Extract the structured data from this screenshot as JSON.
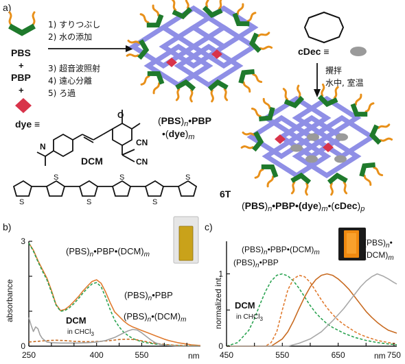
{
  "panel_a": {
    "label": "a)",
    "components": {
      "pbs": "PBS",
      "plus": "+",
      "pbp": "PBP",
      "dye_def": "dye ≡",
      "cdec_def": "cDec ≡"
    },
    "steps_1": [
      "1) すりつぶし",
      "2) 水の添加"
    ],
    "steps_2": [
      "3) 超音波照射",
      "4) 遠心分離",
      "5) ろ過"
    ],
    "stir": [
      "攪拌",
      "水中, 室温"
    ],
    "labels": {
      "dcm": "DCM",
      "sixt": "6T",
      "cn1": "CN",
      "cn2": "CN",
      "o": "O",
      "n": "N",
      "s": "S"
    },
    "product1": {
      "line1_pre": "(",
      "pbs": "PBS",
      "n": "n",
      "mid": "•PBP",
      "line2_pre": "•(",
      "dye": "dye",
      "m": "m"
    },
    "product2": {
      "pbs": "PBS",
      "n": "n",
      "pbp": "•PBP•(",
      "dye": "dye",
      "m": "m",
      "cdec": "cDec",
      "p": "p"
    },
    "colors": {
      "pbs": "#1f7a2c",
      "pbs_tail": "#e8901a",
      "pbp": "#8f8fe6",
      "dye": "#d8334a",
      "cdec": "#9a9a9a"
    }
  },
  "panel_b": {
    "label": "b)",
    "ylabel": "absorbance",
    "unit": "nm",
    "legend": {
      "main_pre": "(PBS)",
      "main_sub": "n",
      "main_mid": "•PBP•(DCM)",
      "main_sub2": "m",
      "pbp_pre": "(PBS)",
      "pbp_sub": "n",
      "pbp_mid": "•PBP",
      "dcm_pre": "(PBS)",
      "dcm_sub": "n",
      "dcm_mid": "•(DCM)",
      "dcm_sub2": "m",
      "free": "DCM",
      "free_sub": "in CHCl",
      "free_sub3": "3"
    },
    "colors": {
      "main": "#e07a2e",
      "pbp": "#2aa351",
      "dcm_only": "#c86a20",
      "free": "#a0a0a0",
      "vial": "#c9a21a"
    }
  },
  "panel_c": {
    "label": "c)",
    "ylabel": "normalized int.",
    "unit": "nm",
    "legend": {
      "main_pre": "(PBS)",
      "main_sub": "n",
      "main_mid": "•PBP•(DCM)",
      "main_sub2": "m",
      "pbp_pre": "(PBS)",
      "pbp_sub": "n",
      "pbp_mid": "•PBP",
      "dcm_pre": "(PBS)",
      "dcm_sub": "n",
      "dcm_mid": "•",
      "dcm_l2": "(DCM)",
      "dcm_sub2": "m",
      "free": "DCM",
      "free_sub": "in CHCl",
      "free_sub3": "3"
    },
    "colors": {
      "main": "#e07a2e",
      "pbp": "#2aa351",
      "dcm_only": "#c86a20",
      "free": "#a8a8a8",
      "vial": "#f08a10"
    }
  },
  "chart_data": [
    {
      "type": "line",
      "panel": "b",
      "xlabel": "nm",
      "ylabel": "absorbance",
      "xlim": [
        250,
        630
      ],
      "ylim": [
        0,
        3
      ],
      "xticks": [
        250,
        300,
        350,
        400,
        450,
        500,
        550,
        600
      ],
      "xtick_labels": [
        "250",
        "",
        "",
        "400",
        "",
        "550",
        "",
        ""
      ],
      "yticks": [
        0,
        1,
        2,
        3
      ],
      "ytick_labels": [
        "0",
        "",
        "",
        "3"
      ],
      "series": [
        {
          "name": "(PBS)n•PBP•(DCM)m",
          "style": "solid",
          "x": [
            250,
            260,
            270,
            280,
            290,
            300,
            310,
            320,
            330,
            340,
            350,
            360,
            370,
            380,
            390,
            400,
            410,
            420,
            430,
            440,
            450,
            460,
            470,
            480,
            490,
            500,
            510,
            520,
            530,
            540,
            550,
            560,
            570,
            580,
            590,
            600,
            610,
            620,
            630
          ],
          "y": [
            2.95,
            2.75,
            2.45,
            2.2,
            1.95,
            1.6,
            1.2,
            1.02,
            1.05,
            1.15,
            1.28,
            1.42,
            1.58,
            1.72,
            1.85,
            1.9,
            1.8,
            1.55,
            1.25,
            0.98,
            0.85,
            0.72,
            0.62,
            0.55,
            0.5,
            0.45,
            0.4,
            0.35,
            0.3,
            0.25,
            0.2,
            0.16,
            0.13,
            0.1,
            0.08,
            0.06,
            0.04,
            0.03,
            0.02
          ]
        },
        {
          "name": "(PBS)n•PBP",
          "style": "dashed",
          "x": [
            250,
            260,
            270,
            280,
            290,
            300,
            310,
            320,
            330,
            340,
            350,
            360,
            370,
            380,
            390,
            400,
            410,
            420,
            430,
            440,
            450,
            460,
            470,
            480,
            490,
            500,
            510,
            520,
            530,
            540,
            550,
            560,
            570,
            580,
            590,
            600,
            610,
            620,
            630
          ],
          "y": [
            2.95,
            2.72,
            2.42,
            2.15,
            1.9,
            1.55,
            1.18,
            1.0,
            1.02,
            1.1,
            1.22,
            1.36,
            1.52,
            1.66,
            1.78,
            1.82,
            1.7,
            1.4,
            1.05,
            0.75,
            0.55,
            0.4,
            0.3,
            0.22,
            0.17,
            0.13,
            0.1,
            0.08,
            0.06,
            0.05,
            0.04,
            0.03,
            0.02,
            0.02,
            0.01,
            0.01,
            0.01,
            0.01,
            0.0
          ]
        },
        {
          "name": "(PBS)n•(DCM)m",
          "style": "dashed",
          "x": [
            250,
            270,
            290,
            310,
            330,
            350,
            370,
            390,
            410,
            430,
            450,
            470,
            490,
            510,
            530,
            550,
            570,
            590,
            610,
            630
          ],
          "y": [
            0.12,
            0.14,
            0.16,
            0.17,
            0.16,
            0.14,
            0.13,
            0.13,
            0.14,
            0.16,
            0.19,
            0.2,
            0.18,
            0.13,
            0.08,
            0.05,
            0.03,
            0.02,
            0.01,
            0.0
          ]
        },
        {
          "name": "DCM in CHCl3",
          "style": "solid",
          "x": [
            250,
            255,
            260,
            265,
            270,
            275,
            280,
            290,
            300,
            320,
            340,
            360,
            380,
            400,
            420,
            440,
            460,
            470,
            480,
            490,
            500,
            510,
            520,
            530,
            540,
            550,
            560,
            570,
            580,
            590,
            600,
            610,
            620,
            630
          ],
          "y": [
            0.82,
            0.6,
            0.42,
            0.55,
            0.5,
            0.32,
            0.22,
            0.12,
            0.1,
            0.09,
            0.09,
            0.09,
            0.1,
            0.12,
            0.16,
            0.25,
            0.38,
            0.44,
            0.48,
            0.46,
            0.38,
            0.28,
            0.18,
            0.1,
            0.05,
            0.03,
            0.02,
            0.01,
            0.0,
            0.0,
            0.0,
            0.0,
            0.0,
            0.0
          ]
        }
      ]
    },
    {
      "type": "line",
      "panel": "c",
      "xlabel": "nm",
      "ylabel": "normalized int.",
      "xlim": [
        450,
        755
      ],
      "ylim": [
        0,
        1.45
      ],
      "xticks": [
        450,
        500,
        550,
        600,
        650,
        700,
        750
      ],
      "xtick_labels": [
        "450",
        "",
        "550",
        "",
        "650",
        "",
        "750"
      ],
      "yticks": [
        0,
        0.5,
        1
      ],
      "ytick_labels": [
        "0",
        "",
        "1"
      ],
      "series": [
        {
          "name": "(PBS)n•PBP",
          "style": "dashed",
          "x": [
            450,
            470,
            490,
            500,
            510,
            520,
            530,
            540,
            550,
            560,
            570,
            580,
            590,
            600,
            610,
            620,
            630,
            640,
            650,
            660,
            670,
            680,
            690,
            700,
            720,
            740,
            755
          ],
          "y": [
            0.0,
            0.05,
            0.22,
            0.38,
            0.58,
            0.76,
            0.9,
            0.98,
            1.0,
            0.97,
            0.9,
            0.8,
            0.68,
            0.56,
            0.46,
            0.38,
            0.31,
            0.26,
            0.22,
            0.18,
            0.15,
            0.12,
            0.1,
            0.08,
            0.05,
            0.03,
            0.02
          ]
        },
        {
          "name": "(PBS)n•PBP•(DCM)m",
          "style": "dashed",
          "x": [
            450,
            520,
            530,
            540,
            550,
            560,
            570,
            580,
            590,
            600,
            610,
            620,
            630,
            640,
            650,
            660,
            670,
            680,
            690,
            700,
            720,
            740,
            755
          ],
          "y": [
            0.0,
            0.0,
            0.05,
            0.2,
            0.5,
            0.78,
            0.93,
            0.98,
            0.96,
            0.88,
            0.76,
            0.64,
            0.53,
            0.44,
            0.36,
            0.3,
            0.25,
            0.2,
            0.16,
            0.13,
            0.08,
            0.05,
            0.03
          ]
        },
        {
          "name": "(PBS)n•(DCM)m",
          "style": "solid",
          "x": [
            450,
            530,
            540,
            550,
            560,
            570,
            580,
            590,
            600,
            610,
            620,
            630,
            640,
            650,
            660,
            670,
            680,
            690,
            700,
            710,
            720,
            730,
            740,
            755
          ],
          "y": [
            0.0,
            0.0,
            0.05,
            0.1,
            0.2,
            0.35,
            0.52,
            0.68,
            0.82,
            0.92,
            0.98,
            1.0,
            0.98,
            0.93,
            0.86,
            0.78,
            0.68,
            0.58,
            0.48,
            0.4,
            0.33,
            0.27,
            0.22,
            0.18
          ]
        },
        {
          "name": "DCM in CHCl3",
          "style": "solid",
          "x": [
            450,
            560,
            580,
            600,
            620,
            640,
            660,
            680,
            690,
            700,
            710,
            720,
            730,
            740,
            750,
            755
          ],
          "y": [
            0.0,
            0.0,
            0.04,
            0.1,
            0.2,
            0.35,
            0.52,
            0.72,
            0.82,
            0.9,
            0.96,
            1.0,
            0.97,
            0.93,
            0.88,
            0.86
          ]
        }
      ]
    }
  ]
}
